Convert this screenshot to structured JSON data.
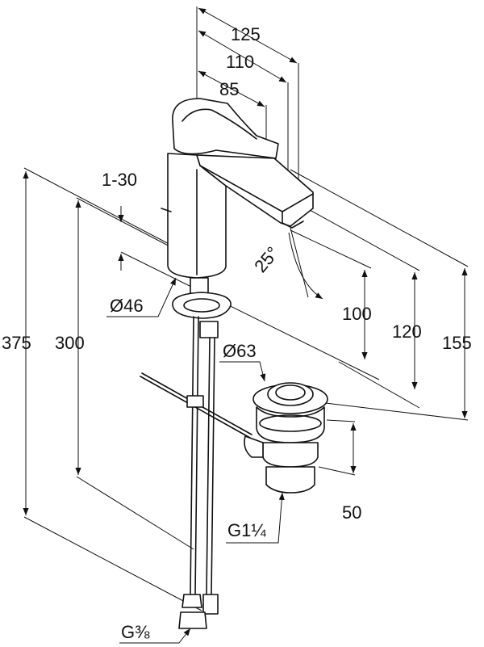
{
  "drawing": {
    "dimensions": {
      "d125": "125",
      "d110": "110",
      "d85": "85",
      "d1_30": "1-30",
      "d25deg": "25°",
      "d_phi46": "Ø46",
      "d_phi63": "Ø63",
      "d375": "375",
      "d300": "300",
      "d100": "100",
      "d120": "120",
      "d155": "155",
      "d50": "50",
      "g1_1_4": "G1¼",
      "g3_8": "G⅜"
    }
  }
}
